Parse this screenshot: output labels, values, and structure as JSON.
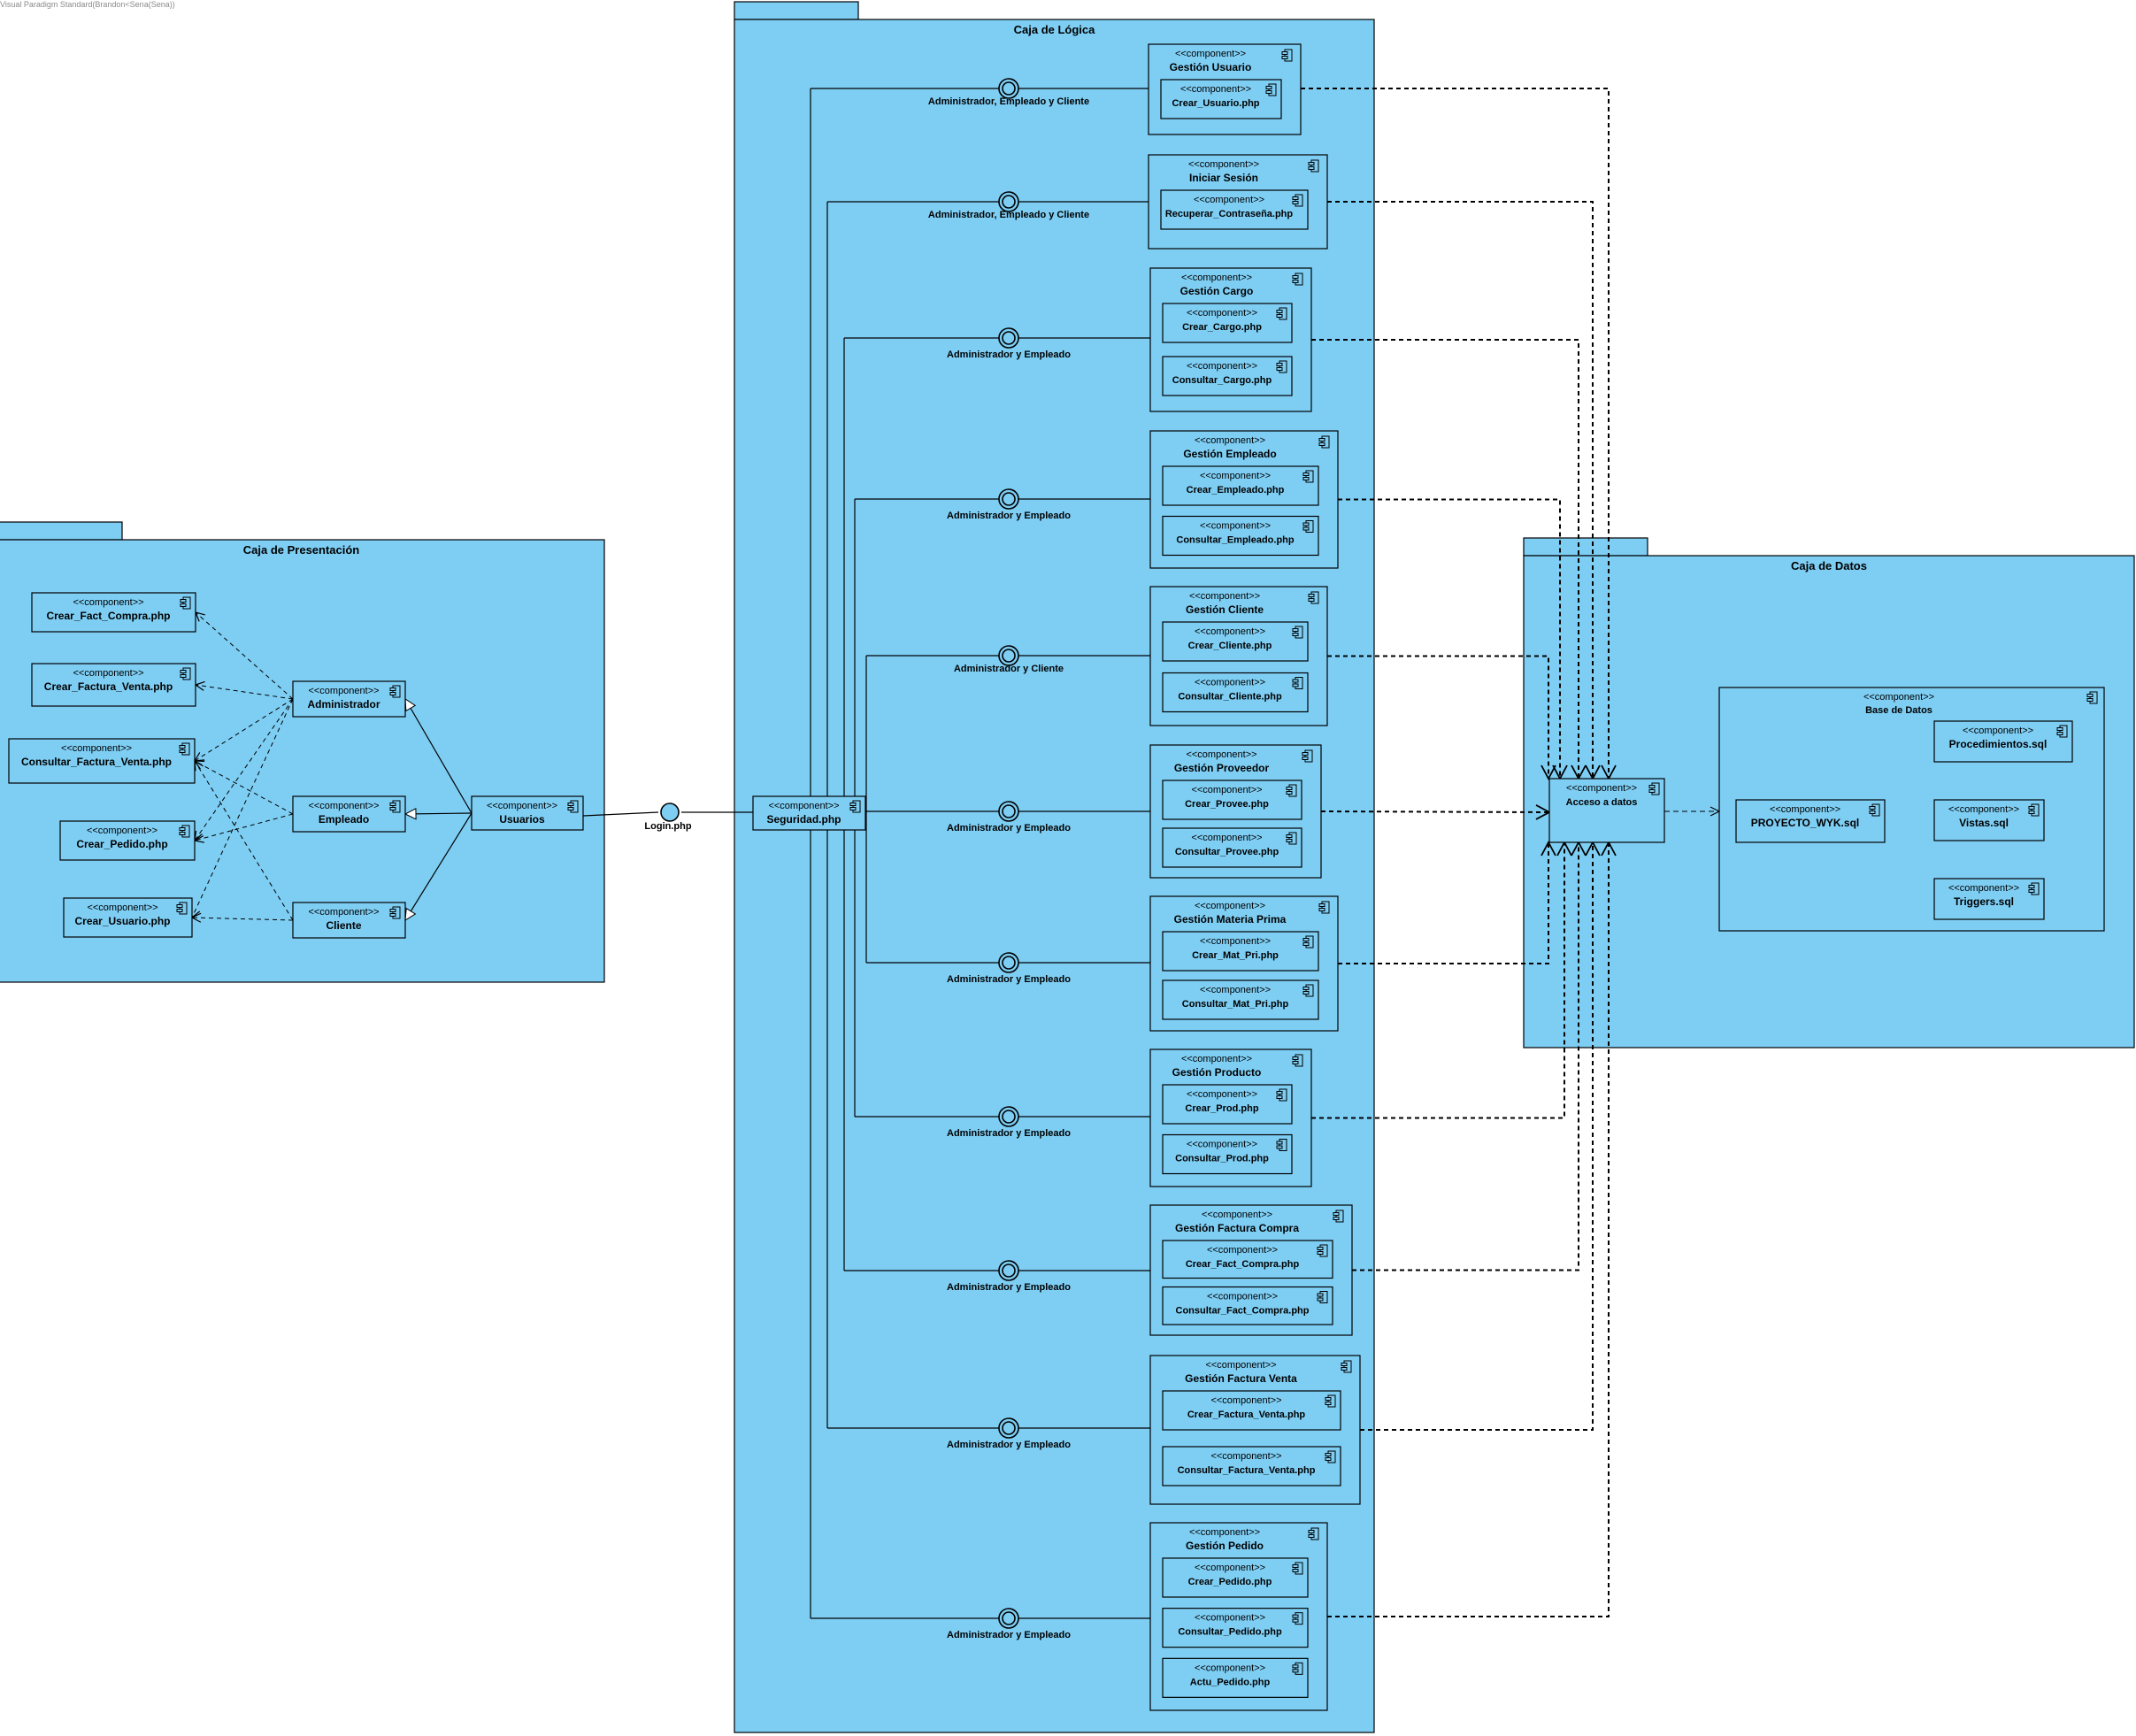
{
  "watermark": "Visual Paradigm Standard(Brandon<Sena(Sena))",
  "stereotype": "<<component>>",
  "colors": {
    "fill": "#7ecef4",
    "stroke": "#000000",
    "background": "#ffffff"
  },
  "packages": {
    "presentacion": "Caja de Presentación",
    "logica": "Caja de Lógica",
    "datos": "Caja de Datos"
  },
  "presentacion": {
    "pages": [
      "Crear_Fact_Compra.php",
      "Crear_Factura_Venta.php",
      "Consultar_Factura_Venta.php",
      "Crear_Pedido.php",
      "Crear_Usuario.php"
    ],
    "roles": [
      "Administrador",
      "Empleado",
      "Cliente"
    ],
    "usuarios": "Usuarios"
  },
  "login_interface": "Login.php",
  "seguridad": "Seguridad.php",
  "logica": {
    "groups": [
      {
        "name": "Gestión Usuario",
        "interface": "Administrador, Empleado y Cliente",
        "files": [
          "Crear_Usuario.php"
        ]
      },
      {
        "name": "Iniciar Sesión",
        "interface": "Administrador, Empleado y Cliente",
        "files": [
          "Recuperar_Contraseña.php"
        ]
      },
      {
        "name": "Gestión Cargo",
        "interface": "Administrador y Empleado",
        "files": [
          "Crear_Cargo.php",
          "Consultar_Cargo.php"
        ]
      },
      {
        "name": "Gestión Empleado",
        "interface": "Administrador y Empleado",
        "files": [
          "Crear_Empleado.php",
          "Consultar_Empleado.php"
        ]
      },
      {
        "name": "Gestión Cliente",
        "interface": "Administrador y Cliente",
        "files": [
          "Crear_Cliente.php",
          "Consultar_Cliente.php"
        ]
      },
      {
        "name": "Gestión Proveedor",
        "interface": "Administrador y Empleado",
        "files": [
          "Crear_Provee.php",
          "Consultar_Provee.php"
        ]
      },
      {
        "name": "Gestión Materia Prima",
        "interface": "Administrador y Empleado",
        "files": [
          "Crear_Mat_Pri.php",
          "Consultar_Mat_Pri.php"
        ]
      },
      {
        "name": "Gestión Producto",
        "interface": "Administrador y Empleado",
        "files": [
          "Crear_Prod.php",
          "Consultar_Prod.php"
        ]
      },
      {
        "name": "Gestión Factura Compra",
        "interface": "Administrador y Empleado",
        "files": [
          "Crear_Fact_Compra.php",
          "Consultar_Fact_Compra.php"
        ]
      },
      {
        "name": "Gestión Factura Venta",
        "interface": "Administrador y Empleado",
        "files": [
          "Crear_Factura_Venta.php",
          "Consultar_Factura_Venta.php"
        ]
      },
      {
        "name": "Gestión Pedido",
        "interface": "Administrador y Empleado",
        "files": [
          "Crear_Pedido.php",
          "Consultar_Pedido.php",
          "Actu_Pedido.php"
        ]
      }
    ]
  },
  "datos": {
    "acceso": "Acceso a datos",
    "base_de_datos": "Base de Datos",
    "proyecto": "PROYECTO_WYK.sql",
    "sql_files": [
      "Procedimientos.sql",
      "Vistas.sql",
      "Triggers.sql"
    ]
  }
}
